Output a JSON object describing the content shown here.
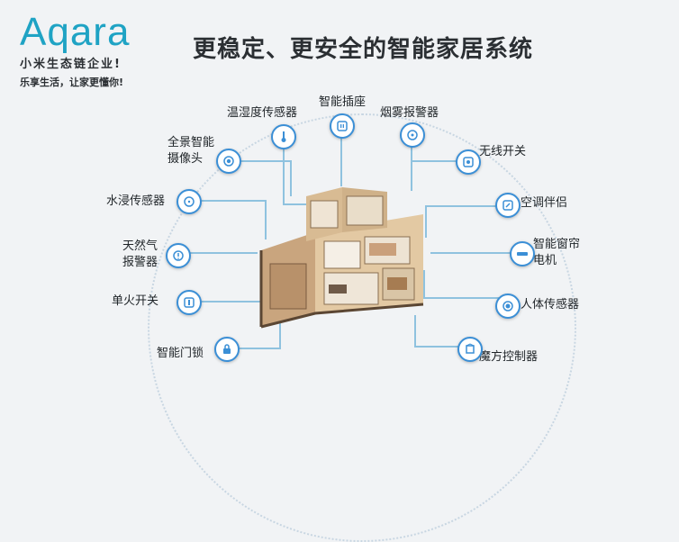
{
  "brand": {
    "logo_text": "Aqara",
    "subtitle": "小米生态链企业!",
    "slogan": "乐享生活，让家更懂你!"
  },
  "headline": "更稳定、更安全的智能家居系统",
  "devices": [
    {
      "label": "温湿度传感器",
      "icon": "thermometer-icon"
    },
    {
      "label": "智能插座",
      "icon": "socket-icon"
    },
    {
      "label": "烟雾报警器",
      "icon": "smoke-alarm-icon"
    },
    {
      "label": "全景智能\n摄像头",
      "icon": "camera-icon"
    },
    {
      "label": "无线开关",
      "icon": "wireless-switch-icon"
    },
    {
      "label": "水浸传感器",
      "icon": "water-sensor-icon"
    },
    {
      "label": "空调伴侣",
      "icon": "ac-companion-icon"
    },
    {
      "label": "天然气\n报警器",
      "icon": "gas-alarm-icon"
    },
    {
      "label": "智能窗帘\n电机",
      "icon": "curtain-motor-icon"
    },
    {
      "label": "单火开关",
      "icon": "single-wire-switch-icon"
    },
    {
      "label": "人体传感器",
      "icon": "motion-sensor-icon"
    },
    {
      "label": "智能门锁",
      "icon": "door-lock-icon"
    },
    {
      "label": "魔方控制器",
      "icon": "cube-controller-icon"
    }
  ],
  "colors": {
    "brand": "#1fa3c4",
    "node_border": "#3b8fd6",
    "connector": "#8fc2df",
    "background": "#f1f3f5"
  }
}
